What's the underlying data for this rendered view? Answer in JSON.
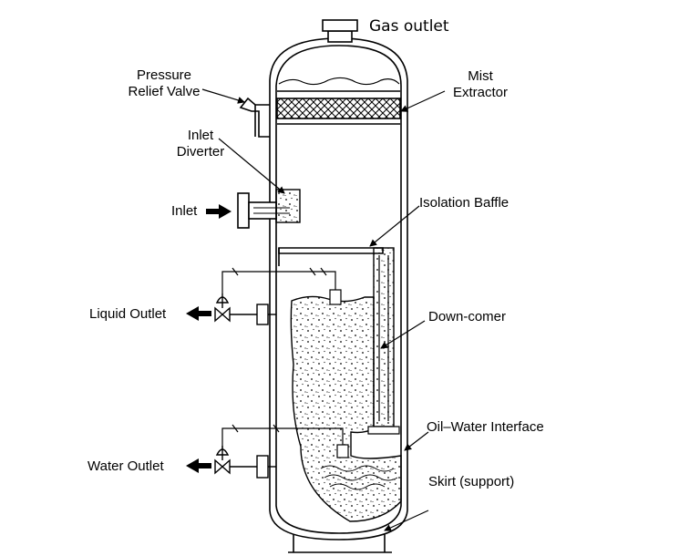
{
  "labels": {
    "gas_outlet": "Gas outlet",
    "mist_extractor": [
      "Mist",
      "Extractor"
    ],
    "pressure_relief_valve": [
      "Pressure",
      "Relief Valve"
    ],
    "inlet_diverter": [
      "Inlet",
      "Diverter"
    ],
    "inlet": "Inlet",
    "isolation_baffle": "Isolation Baffle",
    "liquid_outlet": "Liquid Outlet",
    "down_comer": "Down-comer",
    "oil_water_interface": "Oil–Water Interface",
    "water_outlet": "Water Outlet",
    "skirt": "Skirt (support)"
  },
  "colors": {
    "line": "#000000",
    "background": "#ffffff"
  }
}
